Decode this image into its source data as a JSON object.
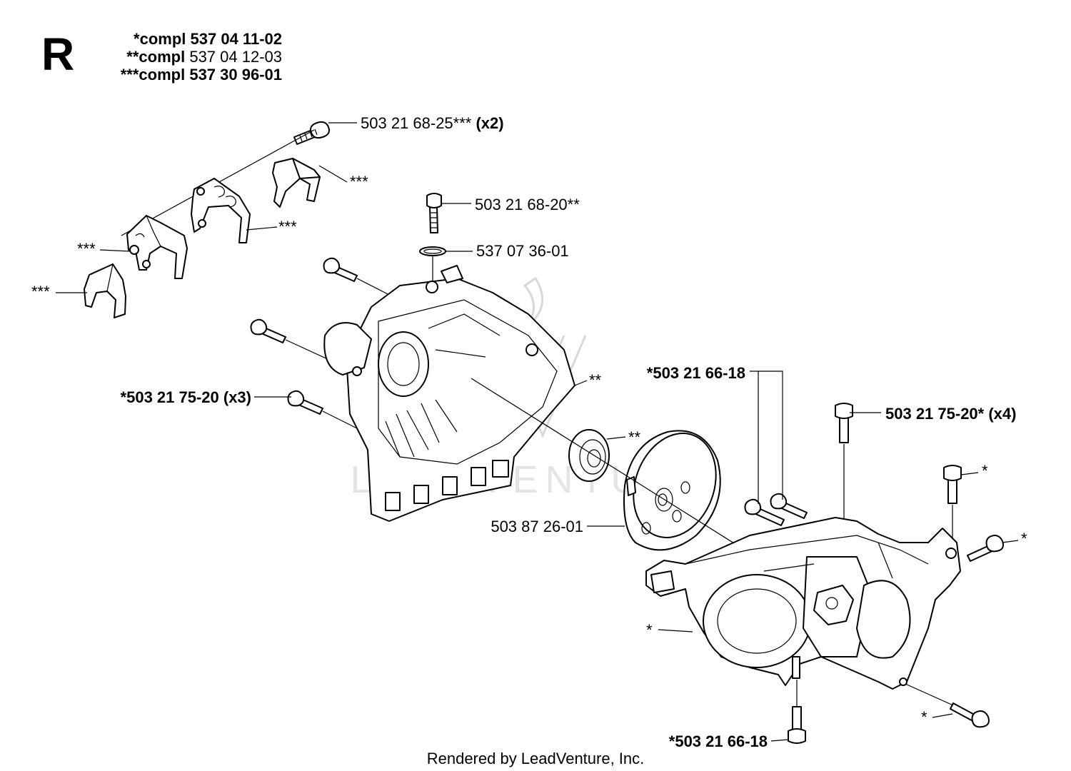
{
  "section_letter": "R",
  "compl": [
    {
      "prefix": "*compl",
      "number": "537 04 11-02"
    },
    {
      "prefix": "**compl",
      "number": "537 04 12-03"
    },
    {
      "prefix": "***compl",
      "number": "537 30 96-01"
    }
  ],
  "callouts": {
    "screw_top": {
      "part": "503 21 68-25***",
      "qty": "(x2)"
    },
    "clamp_upper": "***",
    "clamp_middle": "***",
    "clamp_left": "***",
    "clamp_lower": "***",
    "screw_center": "503 21 68-20**",
    "ring": "537 07 36-01",
    "screw_left": "*503 21 75-20 (x3)",
    "housing_left": "**",
    "bearing": "**",
    "screw_pair": "*503 21 66-18",
    "screw_right": "503 21 75-20* (x4)",
    "screw_right_top": "*",
    "screw_right_mid": "*",
    "flywheel": "503 87 26-01",
    "housing_right": "*",
    "screw_bottom_right": "*",
    "screw_bottom": "*503 21 66-18"
  },
  "footer": "Rendered by LeadVenture, Inc.",
  "watermark": "LEADVENTURE"
}
